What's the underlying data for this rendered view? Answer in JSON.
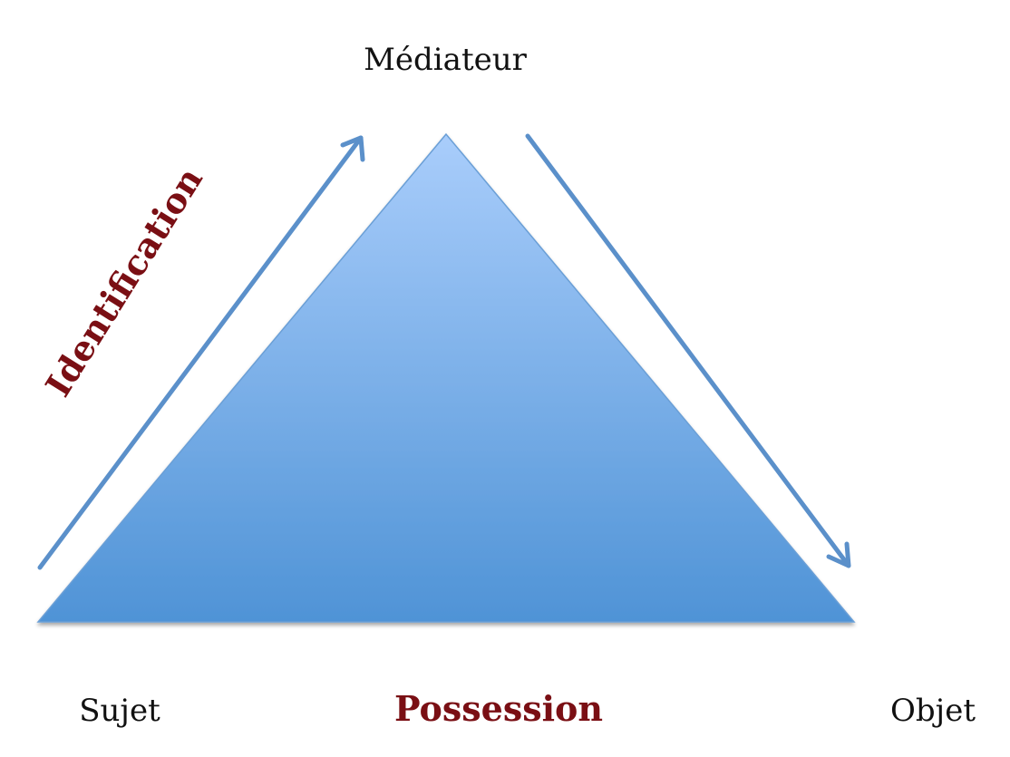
{
  "labels": {
    "top": "Médiateur",
    "left": "Sujet",
    "right": "Objet",
    "bottom": "Possession",
    "diagonal": "Identification"
  },
  "colors": {
    "triangle_top": "#a9cdfb",
    "triangle_bottom": "#4f93d6",
    "arrow": "#5b90ca",
    "emphasis_text": "#7a0f14",
    "plain_text": "#111111"
  }
}
